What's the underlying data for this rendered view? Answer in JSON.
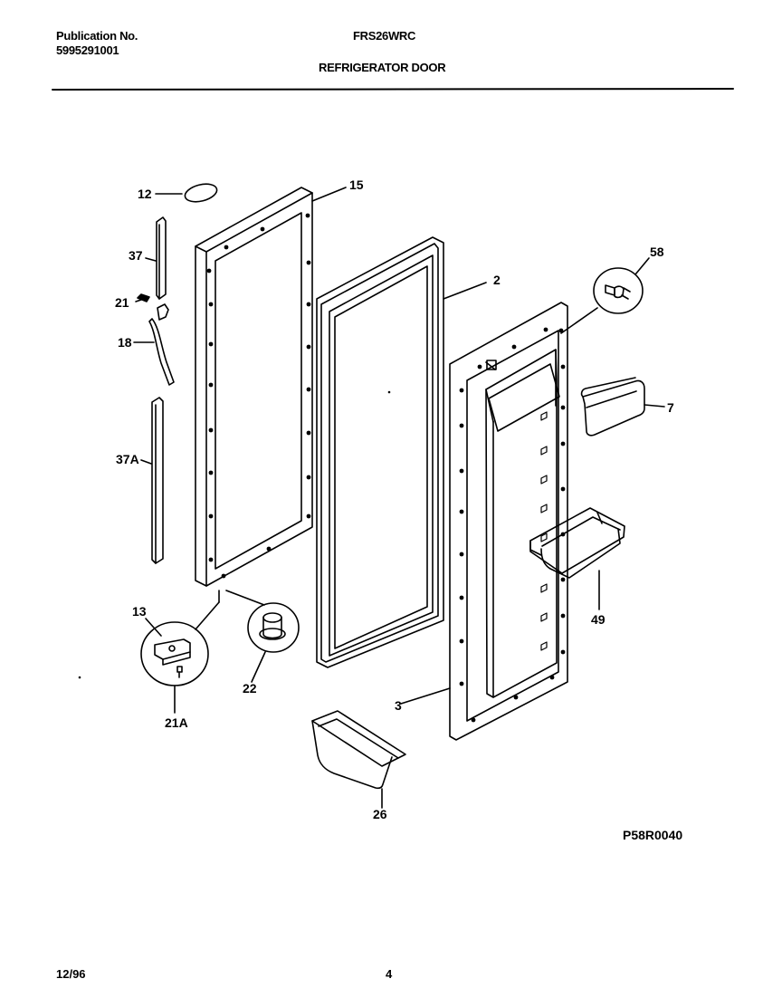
{
  "header": {
    "publication_label": "Publication No.",
    "publication_number": "5995291001",
    "model": "FRS26WRC",
    "section_title": "REFRIGERATOR DOOR"
  },
  "diagram": {
    "part_labels": {
      "p12": "12",
      "p15": "15",
      "p37": "37",
      "p21": "21",
      "p18": "18",
      "p37a": "37A",
      "p2": "2",
      "p58": "58",
      "p7": "7",
      "p49": "49",
      "p13": "13",
      "p22": "22",
      "p21a": "21A",
      "p3": "3",
      "p26": "26"
    },
    "drawing_code": "P58R0040"
  },
  "footer": {
    "date": "12/96",
    "page": "4"
  }
}
